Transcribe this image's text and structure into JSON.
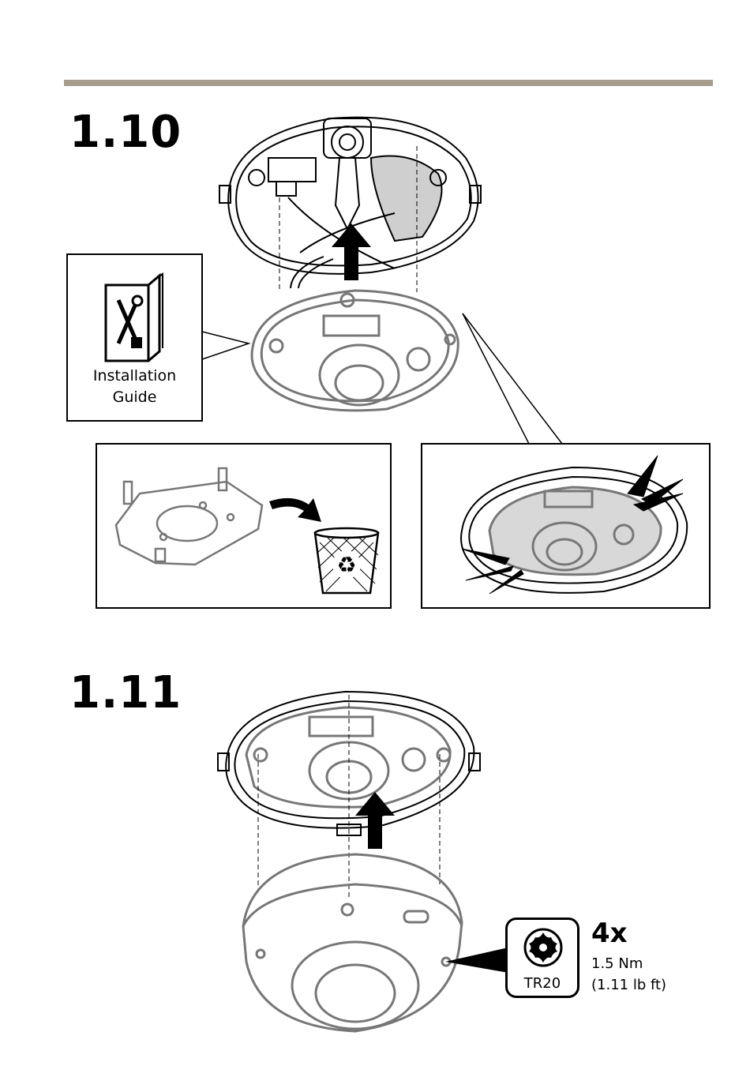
{
  "steps": [
    {
      "number": "1.10"
    },
    {
      "number": "1.11"
    }
  ],
  "guide": {
    "line1": "Installation",
    "line2": "Guide",
    "icon": "tools-book-icon"
  },
  "tool": {
    "quantity": "4x",
    "bit": "TR20",
    "torque_nm": "1.5 Nm",
    "torque_lbft": "(1.11 lb ft)",
    "icon": "torx-bit-icon"
  },
  "colors": {
    "rule": "#a89c8e",
    "shaded_area": "#cfcfcf"
  }
}
